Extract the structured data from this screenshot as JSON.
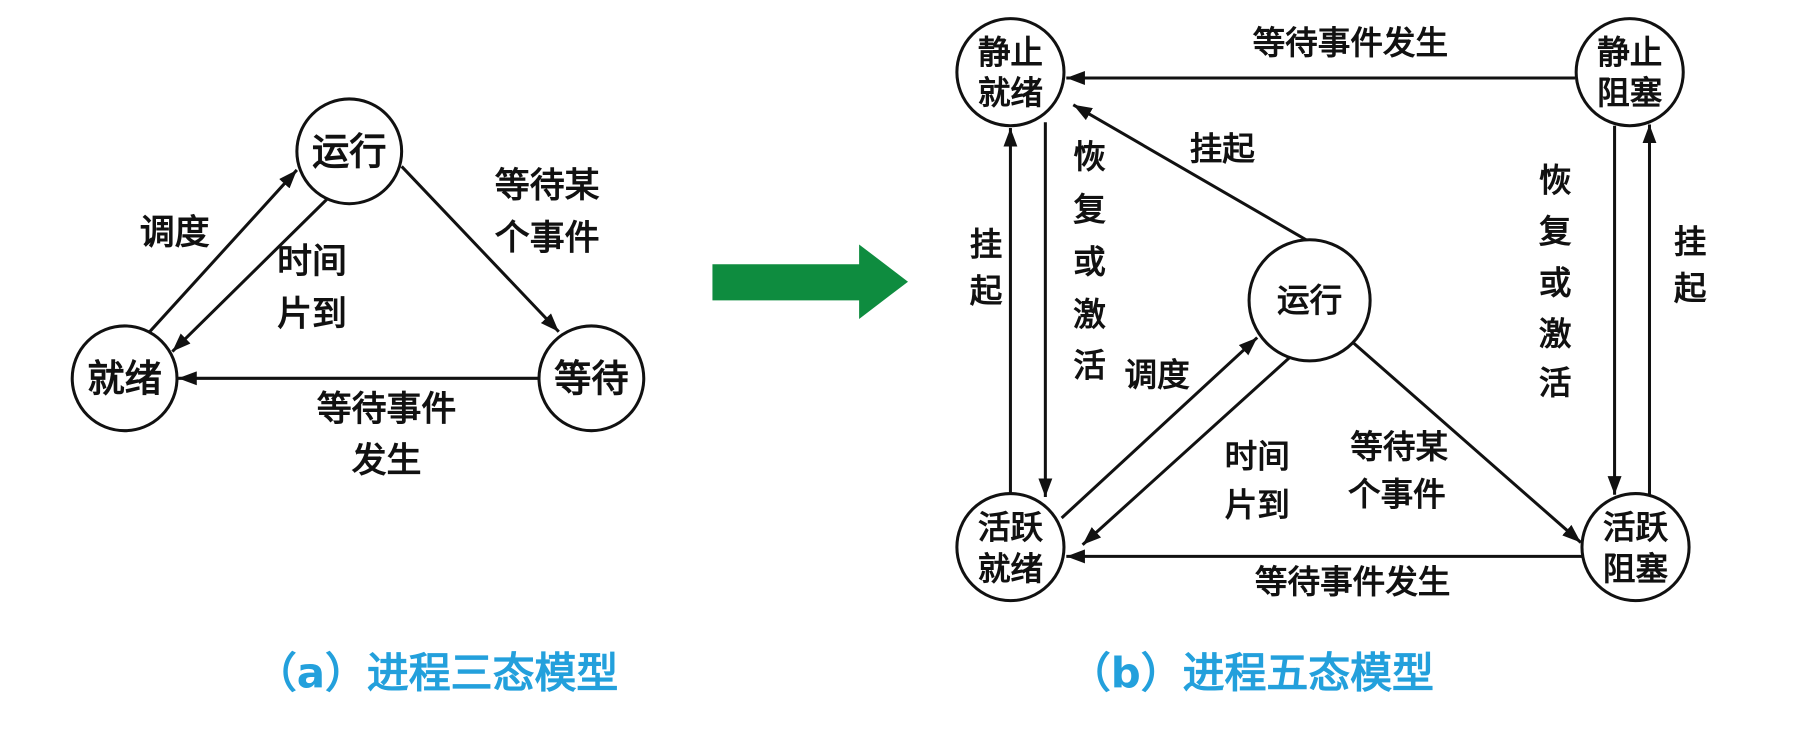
{
  "colors": {
    "stroke": "#111111",
    "caption": "#23a0dc",
    "transition_arrow": "#0e8c3f"
  },
  "icons": {
    "transition_arrow": "right-arrow-icon"
  },
  "three_state": {
    "caption": "（a）进程三态模型",
    "states": {
      "running": "运行",
      "ready": "就绪",
      "waiting": "等待"
    },
    "transitions": {
      "dispatch": [
        "调度"
      ],
      "time_slice_expired": [
        "时间",
        "片到"
      ],
      "wait_for_event": [
        "等待某",
        "个事件"
      ],
      "event_occurred": [
        "等待事件",
        "发生"
      ]
    }
  },
  "five_state": {
    "caption": "（b）进程五态模型",
    "states": {
      "static_ready": [
        "静止",
        "就绪"
      ],
      "static_blocked": [
        "静止",
        "阻塞"
      ],
      "running": [
        "运行"
      ],
      "active_ready": [
        "活跃",
        "就绪"
      ],
      "active_blocked": [
        "活跃",
        "阻塞"
      ]
    },
    "transitions": {
      "event_occurred_static": [
        "等待事件发生"
      ],
      "suspend_running": [
        "挂起"
      ],
      "suspend_ready": [
        "挂",
        "起"
      ],
      "activate_ready": [
        "恢",
        "复",
        "或",
        "激",
        "活"
      ],
      "dispatch": [
        "调度"
      ],
      "time_slice_expired": [
        "时间",
        "片到"
      ],
      "wait_for_event": [
        "等待某",
        "个事件"
      ],
      "event_occurred_active": [
        "等待事件发生"
      ],
      "activate_blocked": [
        "恢",
        "复",
        "或",
        "激",
        "活"
      ],
      "suspend_blocked": [
        "挂",
        "起"
      ]
    }
  }
}
